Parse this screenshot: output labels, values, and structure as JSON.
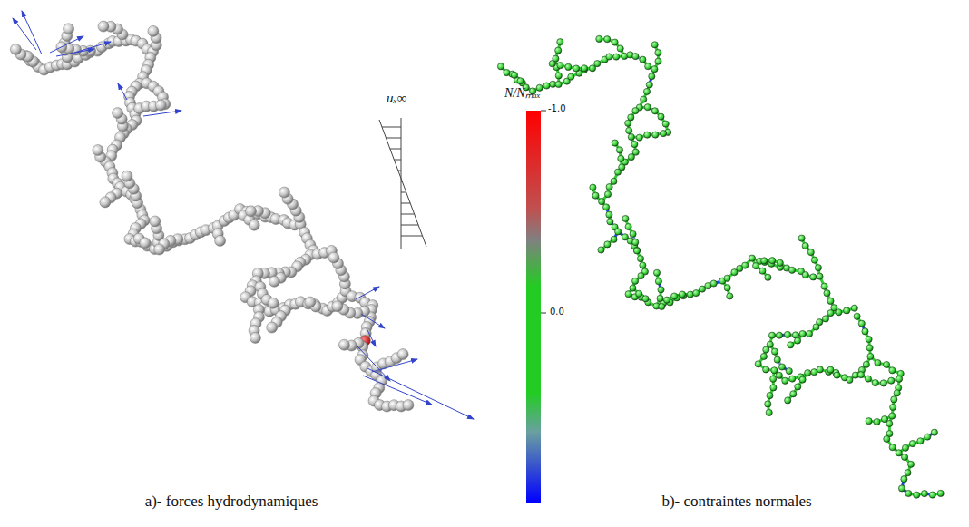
{
  "diagram": {
    "labels": [
      "uₓ∞",
      "N/Nₘₐₓ",
      "-1.0",
      "0.0",
      "a)- forces hydrodynamiques",
      "b)- contraintes normales"
    ]
  }
}
